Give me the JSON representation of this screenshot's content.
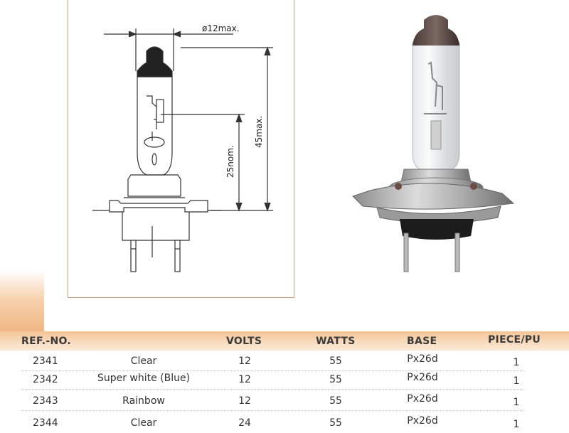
{
  "drawing": {
    "diameter_label": "ø12max.",
    "height_nom_label": "25nom.",
    "height_max_label": "45max."
  },
  "table": {
    "headers": {
      "ref": "REF.-NO.",
      "volts": "VOLTS",
      "watts": "WATTS",
      "base": "BASE",
      "piece": "PIECE/PU"
    },
    "rows": [
      {
        "ref": "2341",
        "desc": "Clear",
        "volts": "12",
        "watts": "55",
        "base": "Px26d",
        "piece": "1"
      },
      {
        "ref": "2342",
        "desc": "Super white (Blue)",
        "volts": "12",
        "watts": "55",
        "base": "Px26d",
        "piece": "1"
      },
      {
        "ref": "2343",
        "desc": "Rainbow",
        "volts": "12",
        "watts": "55",
        "base": "Px26d",
        "piece": "1"
      },
      {
        "ref": "2344",
        "desc": "Clear",
        "volts": "24",
        "watts": "55",
        "base": "Px26d",
        "piece": "1"
      }
    ]
  }
}
